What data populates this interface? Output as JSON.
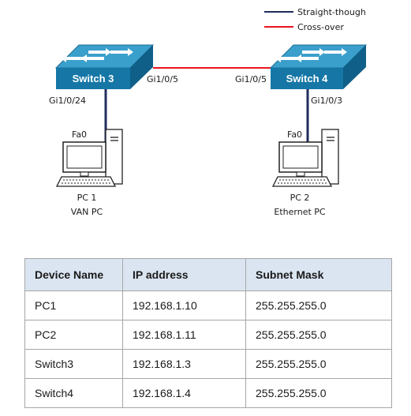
{
  "legend": {
    "straight": {
      "label": "Straight-though",
      "color": "#1f2d5c"
    },
    "crossover": {
      "label": "Cross-over",
      "color": "#e8141e"
    }
  },
  "colors": {
    "switch_face": "#1677a6",
    "switch_top": "#3a9fcb",
    "link_straight": "#1f2d5c",
    "link_cross": "#e8141e"
  },
  "switch3": {
    "name": "Switch 3",
    "port_down": "Gi1/0/24",
    "port_right": "Gi1/0/5"
  },
  "switch4": {
    "name": "Switch 4",
    "port_left": "Gi1/0/5",
    "port_down": "Gi1/0/3"
  },
  "pc1": {
    "port": "Fa0",
    "name": "PC 1",
    "desc": "VAN PC"
  },
  "pc2": {
    "port": "Fa0",
    "name": "PC 2",
    "desc": "Ethernet PC"
  },
  "table": {
    "headers": [
      "Device Name",
      "IP address",
      "Subnet Mask"
    ],
    "rows": [
      [
        "PC1",
        "192.168.1.10",
        "255.255.255.0"
      ],
      [
        "PC2",
        "192.168.1.11",
        "255.255.255.0"
      ],
      [
        "Switch3",
        "192.168.1.3",
        "255.255.255.0"
      ],
      [
        "Switch4",
        "192.168.1.4",
        "255.255.255.0"
      ]
    ]
  }
}
